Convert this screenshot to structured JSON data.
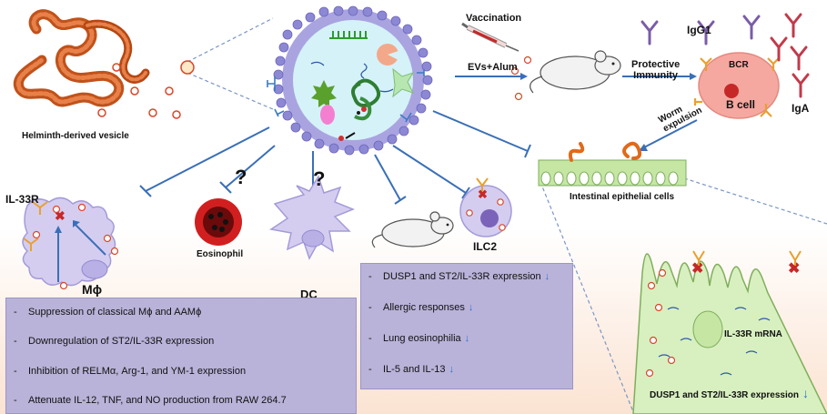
{
  "labels": {
    "helminth_vesicle": "Helminth-derived vesicle",
    "vaccination": "Vaccination",
    "evs_alum": "EVs+Alum",
    "protective": "Protective",
    "immunity": "Immunity",
    "igg1": "IgG1",
    "bcr": "BCR",
    "b_cell": "B cell",
    "iga": "IgA",
    "worm": "Worm",
    "expulsion": "expulsion",
    "intestinal_cells": "Intestinal epithelial cells",
    "il33r": "IL-33R",
    "macrophage": "Mϕ",
    "eosinophil": "Eosinophil",
    "dc": "DC",
    "ilc2": "ILC2",
    "il33r_mrna": "IL-33R mRNA",
    "gut_expression": "DUSP1 and ST2/IL-33R expression"
  },
  "diagram": {
    "question_mark_1": "?",
    "question_mark_2": "?"
  },
  "bullet": "-",
  "macrophage_effects": [
    "Suppression of classical Mϕ and AAMϕ",
    "Downregulation of ST2/IL-33R expression",
    "Inhibition of RELMα, Arg-1, and YM-1 expression",
    "Attenuate IL-12, TNF, and NO production from RAW 264.7"
  ],
  "ilc2_effects": [
    "DUSP1 and ST2/IL-33R expression",
    "Allergic responses",
    "Lung eosinophilia",
    "IL-5 and IL-13"
  ],
  "colors": {
    "box_fill": "#b9b3d9",
    "arrow": "#3a6fb7",
    "inhibition_mark": "#c62828"
  }
}
